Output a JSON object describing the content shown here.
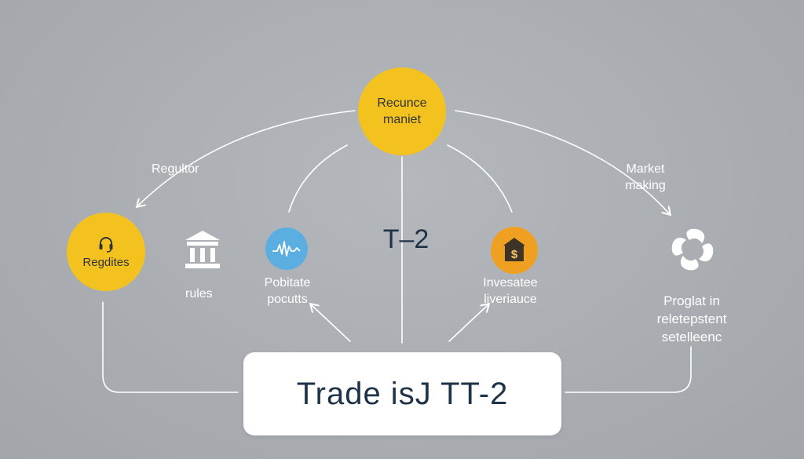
{
  "center_node": {
    "line1": "Recunce",
    "line2": "maniet"
  },
  "regulator_label": "Regultor",
  "market_making_label": {
    "line1": "Market",
    "line2": "making"
  },
  "left_node": {
    "label": "Regdites"
  },
  "rules_label": "rules",
  "potential_node": {
    "line1": "Pobitate",
    "line2": "pocutts"
  },
  "t2_center_label": "T–2",
  "investment_node": {
    "line1": "Invesatee",
    "line2": "liveriauce"
  },
  "right_node": {
    "line1": "Proglat in",
    "line2": "reletepstent",
    "line3": "setelleenc"
  },
  "trade_box": {
    "text": "Trade isJ TT-2"
  },
  "colors": {
    "background": "#a9adb1",
    "yellow": "#f4c21f",
    "blue": "#5aaee0",
    "orange": "#f0a020",
    "navy": "#1f3348",
    "white": "#ffffff"
  }
}
